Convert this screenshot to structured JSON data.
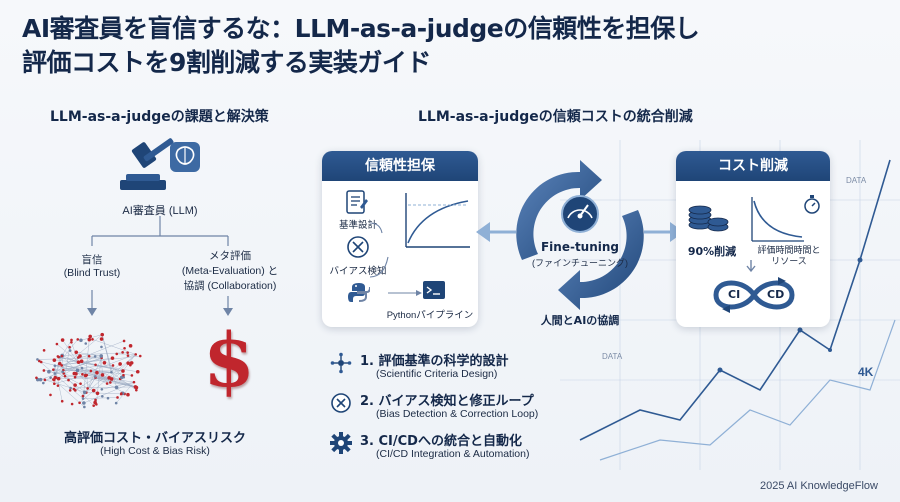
{
  "title": {
    "line1": "AI審査員を盲信するな：LLM-as-a-judgeの信頼性を担保し",
    "line2": "評価コストを9割削減する実装ガイド"
  },
  "left": {
    "heading": "LLM-as-a-judgeの課題と解決策",
    "judge_label": "AI審査員 (LLM)",
    "blind_trust": {
      "jp": "盲信",
      "en": "(Blind Trust)"
    },
    "meta_eval": {
      "jp": "メタ評価",
      "en1": "(Meta-Evaluation) と",
      "en2": "協調 (Collaboration)"
    },
    "risk": {
      "jp": "高評価コスト・バイアスリスク",
      "en": "(High Cost & Bias Risk)"
    }
  },
  "right": {
    "heading": "LLM-as-a-judgeの信頼コストの統合削減",
    "trust_panel": {
      "title": "信頼性担保",
      "criteria": "基準設計",
      "bias": "バイアス検知",
      "pipeline": "Pythonパイプライン"
    },
    "center": {
      "title": "Fine-tuning",
      "sub": "(ファインチューニング)",
      "bottom": "人間とAIの協調"
    },
    "cost_panel": {
      "title": "コスト削減",
      "reduction": "90%削減",
      "time1": "評価時間時間と",
      "time2": "リソース",
      "ci": "CI",
      "cd": "CD"
    },
    "data_tag1": "DATA",
    "data_tag2": "DATA",
    "k4": "4K"
  },
  "steps": [
    {
      "title": "1. 評価基準の科学的設計",
      "sub": "(Scientific Criteria Design)"
    },
    {
      "title": "2. バイアス検知と修正ループ",
      "sub": "(Bias Detection & Correction Loop)"
    },
    {
      "title": "3. CI/CDへの統合と自動化",
      "sub": "(CI/CD Integration & Automation)"
    }
  ],
  "footer": "2025 AI KnowledgeFlow",
  "colors": {
    "navy": "#14284a",
    "blue": "#2f5a93",
    "red": "#c0262d",
    "light_blue": "#8fb0d6"
  }
}
